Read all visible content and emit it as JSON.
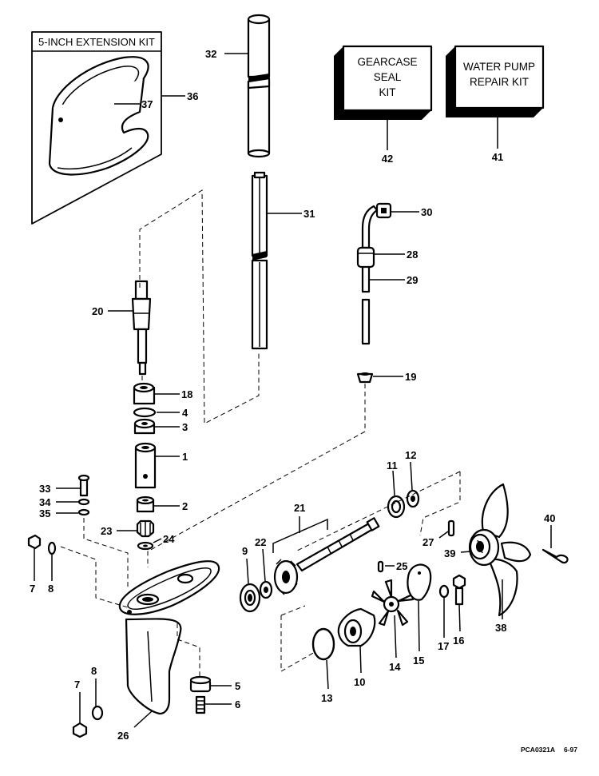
{
  "kits": {
    "extension": {
      "title": "5-INCH EXTENSION KIT"
    },
    "gearcase_seal": {
      "line1": "GEARCASE",
      "line2": "SEAL",
      "line3": "KIT"
    },
    "water_pump": {
      "line1": "WATER PUMP",
      "line2": "REPAIR KIT"
    }
  },
  "callouts": {
    "p1": "1",
    "p2": "2",
    "p3": "3",
    "p4": "4",
    "p5": "5",
    "p6": "6",
    "p7a": "7",
    "p7b": "7",
    "p8a": "8",
    "p8b": "8",
    "p9": "9",
    "p10": "10",
    "p11": "11",
    "p12": "12",
    "p13": "13",
    "p14": "14",
    "p15": "15",
    "p16": "16",
    "p17": "17",
    "p18": "18",
    "p19": "19",
    "p20": "20",
    "p21": "21",
    "p22": "22",
    "p23": "23",
    "p24": "24",
    "p25": "25",
    "p26": "26",
    "p27": "27",
    "p28": "28",
    "p29": "29",
    "p30": "30",
    "p31": "31",
    "p32": "32",
    "p33": "33",
    "p34": "34",
    "p35": "35",
    "p36": "36",
    "p37": "37",
    "p38": "38",
    "p39": "39",
    "p40": "40",
    "p41": "41",
    "p42": "42"
  },
  "footer": {
    "code": "PCA0321A",
    "date": "6-97"
  }
}
